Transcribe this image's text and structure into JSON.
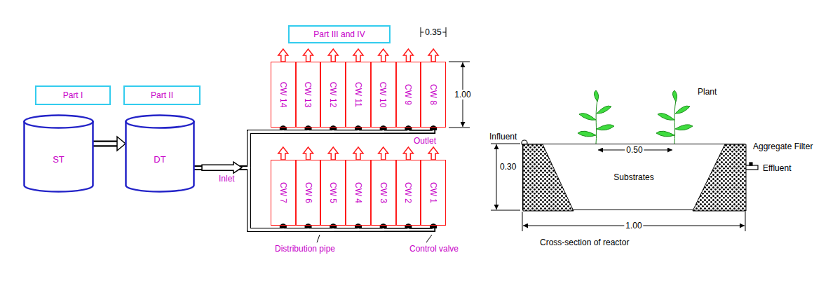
{
  "diagram": {
    "nodes": [
      {
        "text": [
          "Part I"
        ]
      },
      {
        "text": [
          "Part II"
        ]
      },
      {
        "text": [
          "Part III and IV"
        ]
      },
      {
        "text": [
          "ST"
        ]
      },
      {
        "text": [
          "DT"
        ]
      },
      {
        "text": [
          "CW 14"
        ]
      },
      {
        "text": [
          "CW 13"
        ]
      },
      {
        "text": [
          "CW 12"
        ]
      },
      {
        "text": [
          "CW 11"
        ]
      },
      {
        "text": [
          "CW 10"
        ]
      },
      {
        "text": [
          "CW 9"
        ]
      },
      {
        "text": [
          "CW 8"
        ]
      },
      {
        "text": [
          "CW 7"
        ]
      },
      {
        "text": [
          "CW 6"
        ]
      },
      {
        "text": [
          "CW 5"
        ]
      },
      {
        "text": [
          "CW 4"
        ]
      },
      {
        "text": [
          "CW 3"
        ]
      },
      {
        "text": [
          "CW 2"
        ]
      },
      {
        "text": [
          "CW 1"
        ]
      },
      {
        "text": [
          "Substrates"
        ]
      }
    ],
    "edges": [
      {
        "from": 3,
        "to": 4,
        "arrow": "to"
      },
      {
        "from": 4,
        "to": 5,
        "arrow": "none"
      },
      {
        "from": 4,
        "to": 6,
        "arrow": "none"
      },
      {
        "from": 4,
        "to": 7,
        "arrow": "none"
      },
      {
        "from": 4,
        "to": 8,
        "arrow": "none"
      },
      {
        "from": 4,
        "to": 9,
        "arrow": "none"
      },
      {
        "from": 4,
        "to": 10,
        "arrow": "none"
      },
      {
        "from": 4,
        "to": 11,
        "arrow": "none"
      },
      {
        "from": 4,
        "to": 12,
        "arrow": "none"
      },
      {
        "from": 4,
        "to": 13,
        "arrow": "none"
      },
      {
        "from": 4,
        "to": 14,
        "arrow": "none"
      },
      {
        "from": 4,
        "to": 15,
        "arrow": "none"
      },
      {
        "from": 4,
        "to": 16,
        "arrow": "none"
      },
      {
        "from": 4,
        "to": 17,
        "arrow": "none"
      },
      {
        "from": 4,
        "to": 18,
        "arrow": "none"
      }
    ],
    "labels": [
      "Inlet",
      "0.35",
      "1.00",
      "Outlet",
      "Distribution pipe",
      "Control valve",
      "Plant",
      "Influent",
      "0.50",
      "Aggregate Filter",
      "0.30",
      "Effluent",
      "1.00",
      "Cross-section of reactor"
    ]
  }
}
